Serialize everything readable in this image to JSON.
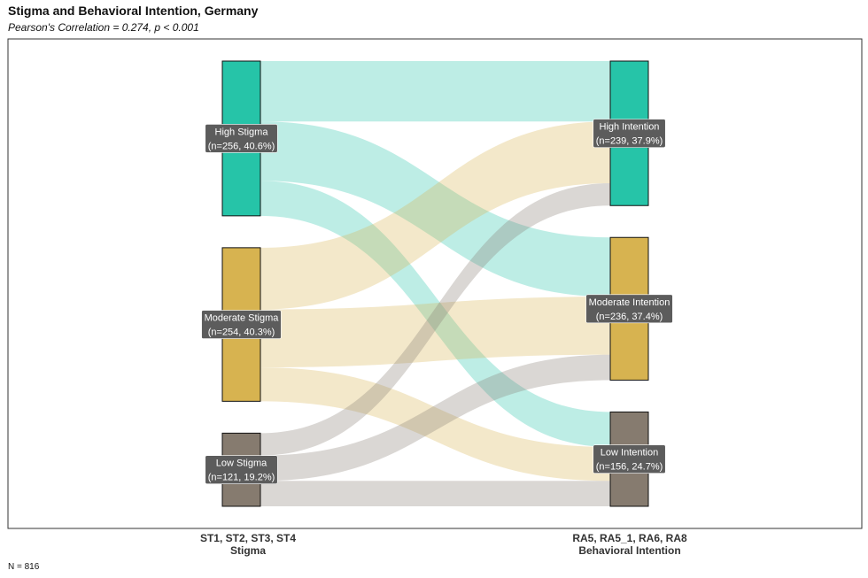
{
  "title": "Stigma and Behavioral Intention, Germany",
  "subtitle": "Pearson's Correlation = 0.274, p < 0.001",
  "footnote": "N = 816",
  "chart_data": {
    "type": "sankey",
    "left_axis": {
      "variables": "ST1, ST2, ST3, ST4",
      "label": "Stigma"
    },
    "right_axis": {
      "variables": "RA5, RA5_1, RA6, RA8",
      "label": "Behavioral Intention"
    },
    "left_nodes": [
      {
        "name": "High Stigma",
        "label": "(n=256, 40.6%)",
        "value": 256,
        "color": "#26c4a8"
      },
      {
        "name": "Moderate Stigma",
        "label": "(n=254, 40.3%)",
        "value": 254,
        "color": "#d7b350"
      },
      {
        "name": "Low Stigma",
        "label": "(n=121, 19.2%)",
        "value": 121,
        "color": "#867b6f"
      }
    ],
    "right_nodes": [
      {
        "name": "High Intention",
        "label": "(n=239, 37.9%)",
        "value": 239,
        "color": "#26c4a8"
      },
      {
        "name": "Moderate Intention",
        "label": "(n=236, 37.4%)",
        "value": 236,
        "color": "#d7b350"
      },
      {
        "name": "Low Intention",
        "label": "(n=156, 24.7%)",
        "value": 156,
        "color": "#867b6f"
      }
    ],
    "flows": [
      {
        "from": 0,
        "to": 0,
        "value": 100
      },
      {
        "from": 0,
        "to": 1,
        "value": 98
      },
      {
        "from": 0,
        "to": 2,
        "value": 58
      },
      {
        "from": 1,
        "to": 0,
        "value": 102
      },
      {
        "from": 1,
        "to": 1,
        "value": 96
      },
      {
        "from": 1,
        "to": 2,
        "value": 56
      },
      {
        "from": 2,
        "to": 0,
        "value": 37
      },
      {
        "from": 2,
        "to": 1,
        "value": 42
      },
      {
        "from": 2,
        "to": 2,
        "value": 42
      }
    ]
  }
}
